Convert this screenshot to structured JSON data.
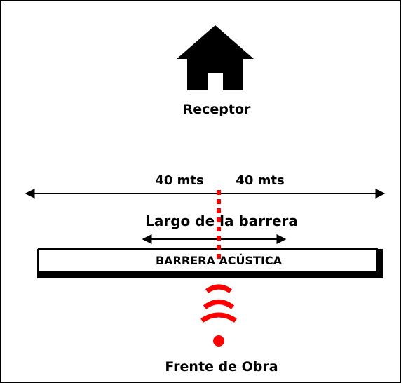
{
  "labels": {
    "receptor": "Receptor",
    "left_distance": "40 mts",
    "right_distance": "40 mts",
    "barrier_length": "Largo de la barrera",
    "barrier": "BARRERA ACÚSTICA",
    "source": "Frente de Obra"
  },
  "icons": {
    "receptor": "house-icon",
    "source": "sound-source-icon"
  },
  "colors": {
    "ink": "#000000",
    "accent": "#ff0000",
    "background": "#ffffff"
  }
}
